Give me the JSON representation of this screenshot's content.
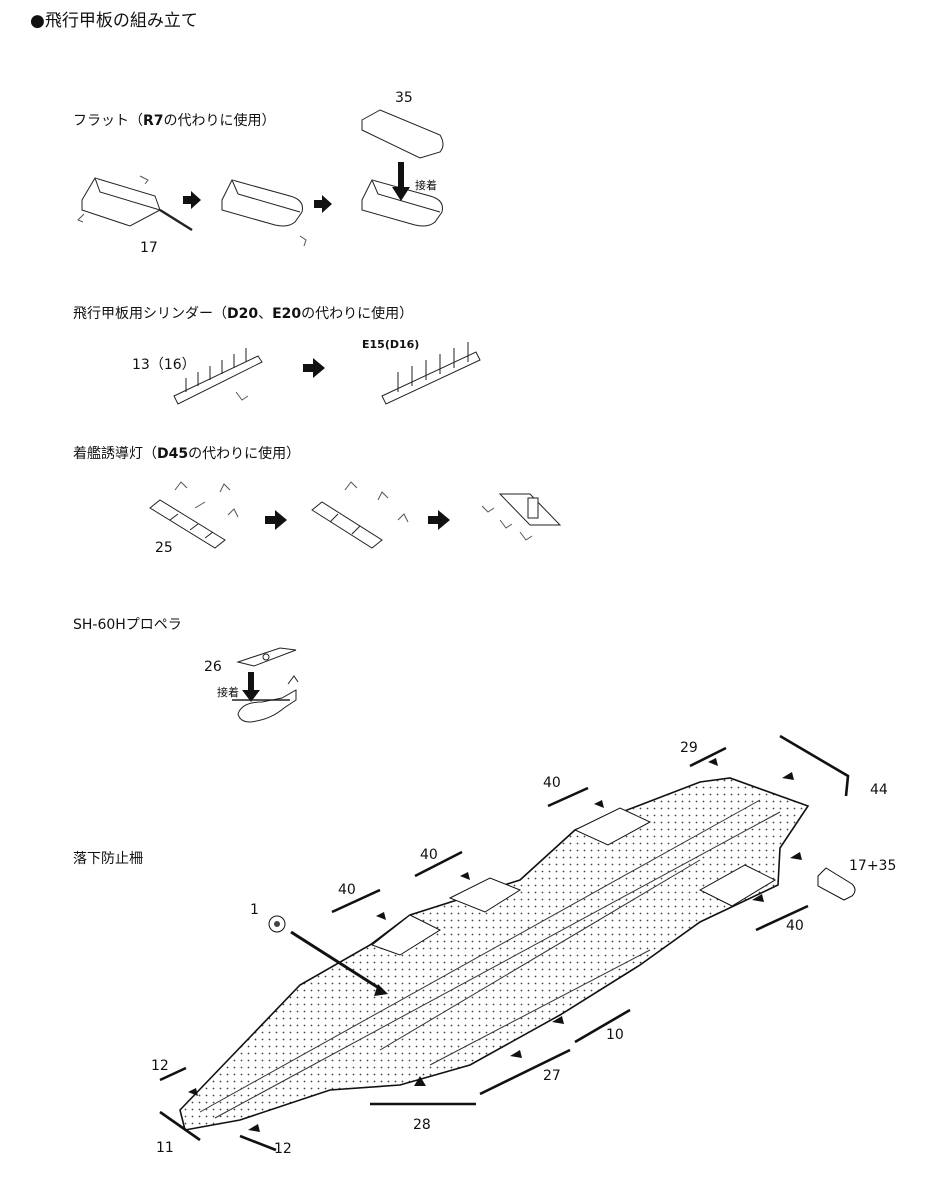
{
  "title": "●飛行甲板の組み立て",
  "sections": {
    "flat": {
      "heading_pre": "フラット（",
      "heading_part": "R7",
      "heading_post": "の代わりに使用）",
      "part_17": "17",
      "part_35": "35",
      "glue_label": "接着"
    },
    "cylinder": {
      "heading_pre": "飛行甲板用シリンダー（",
      "heading_part1": "D20",
      "heading_sep": "、",
      "heading_part2": "E20",
      "heading_post": "の代わりに使用）",
      "part_13": "13（16）",
      "part_e15": "E15(D16)"
    },
    "landing_light": {
      "heading_pre": "着艦誘導灯（",
      "heading_part": "D45",
      "heading_post": "の代わりに使用）",
      "part_25": "25"
    },
    "propeller": {
      "heading": "SH-60Hプロペラ",
      "part_26": "26",
      "glue_label": "接着"
    },
    "railing": {
      "heading": "落下防止柵",
      "callouts": {
        "p1": "1",
        "p29": "29",
        "p44": "44",
        "p40a": "40",
        "p40b": "40",
        "p40c": "40",
        "p40d": "40",
        "p17_35": "17+35",
        "p10": "10",
        "p27": "27",
        "p28": "28",
        "p12a": "12",
        "p12b": "12",
        "p11": "11"
      }
    }
  }
}
